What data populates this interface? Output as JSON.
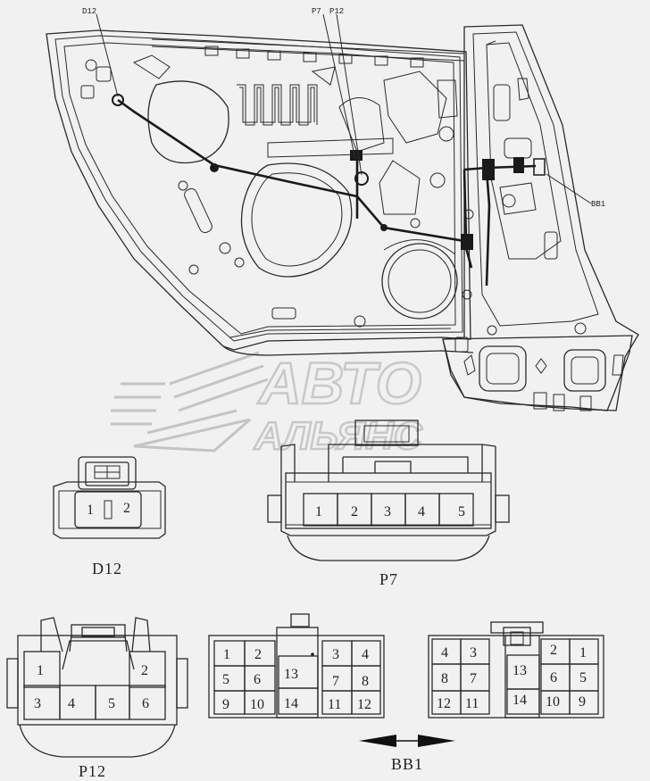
{
  "callouts": {
    "d12": "D12",
    "p7": "P7",
    "p12": "P12",
    "bb1": "BB1"
  },
  "watermark": {
    "line1": "АВТО",
    "line2": "АЛЬЯНС"
  },
  "connectors": {
    "d12": {
      "label": "D12",
      "pins": [
        "1",
        "2"
      ]
    },
    "p7": {
      "label": "P7",
      "pins": [
        "1",
        "2",
        "3",
        "4",
        "5"
      ]
    },
    "p12": {
      "label": "P12",
      "pins": [
        "1",
        "2",
        "3",
        "4",
        "5",
        "6"
      ]
    },
    "bb1": {
      "label": "BB1",
      "left": {
        "pins": [
          "1",
          "2",
          "3",
          "4",
          "5",
          "6",
          "7",
          "8",
          "9",
          "10",
          "11",
          "12",
          "13",
          "14"
        ]
      },
      "right": {
        "pins": [
          "4",
          "3",
          "2",
          "1",
          "8",
          "7",
          "6",
          "5",
          "12",
          "11",
          "10",
          "9",
          "13",
          "14"
        ]
      }
    }
  }
}
